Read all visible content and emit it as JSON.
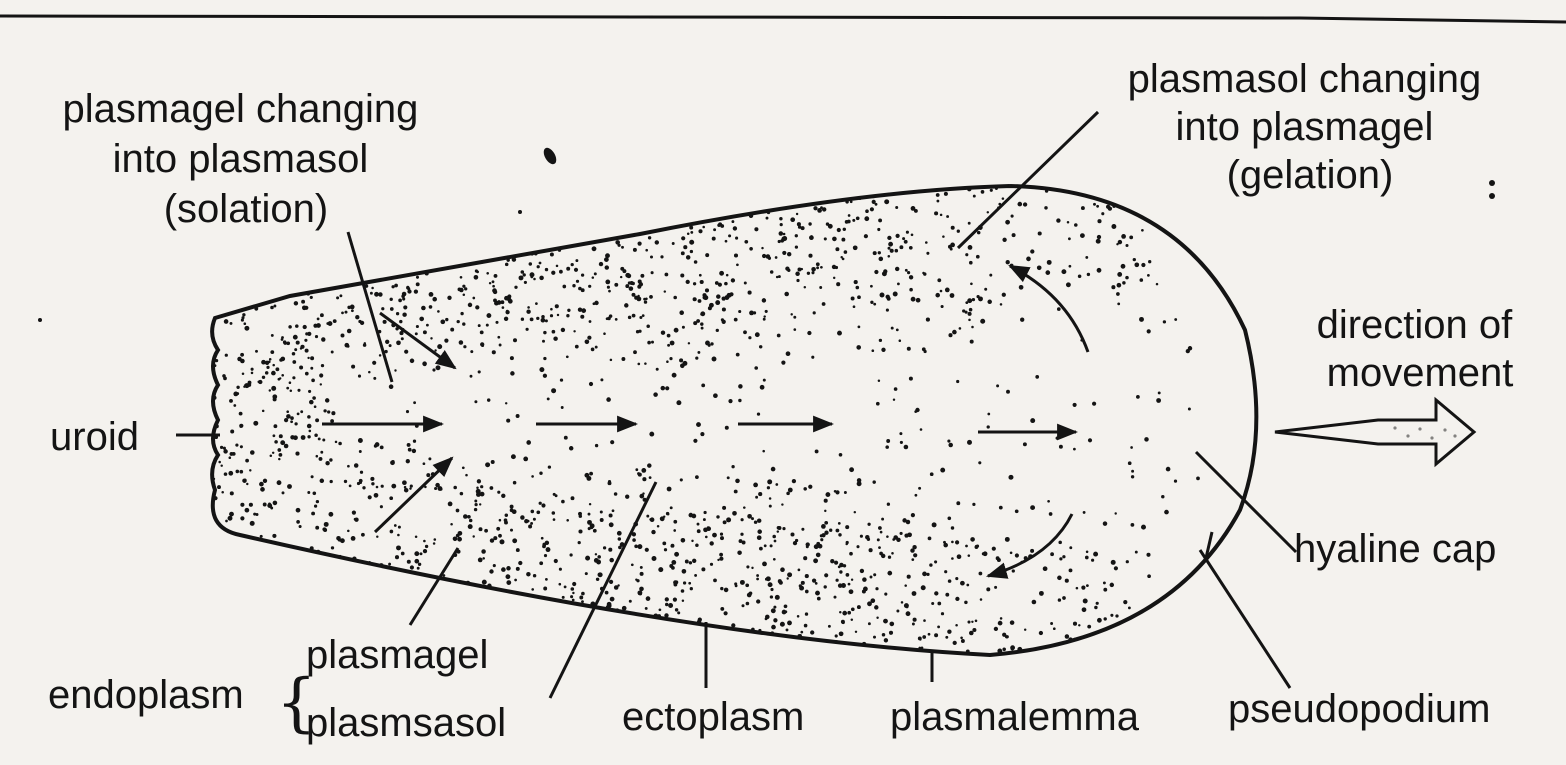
{
  "labels": {
    "solation": [
      "plasmagel changing",
      "into plasmasol",
      "(solation)"
    ],
    "gelation": [
      "plasmasol changing",
      "into plasmagel",
      "(gelation)"
    ],
    "direction": [
      "direction of",
      "movement"
    ],
    "uroid": "uroid",
    "hyaline_cap": "hyaline cap",
    "endoplasm": "endoplasm",
    "plasmagel": "plasmagel",
    "plasmasol": "plasmsasol",
    "ectoplasm": "ectoplasm",
    "plasmalemma": "plasmalemma",
    "pseudopodium": "pseudopodium"
  },
  "colors": {
    "ink": "#141414",
    "paper": "#f4f2ee"
  }
}
